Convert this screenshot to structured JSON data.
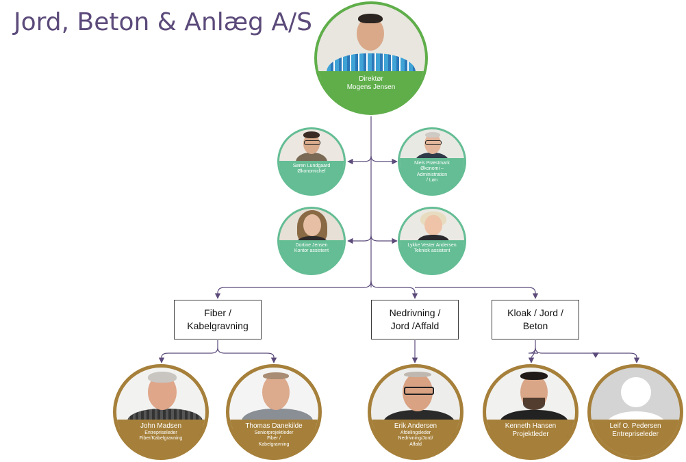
{
  "title": "Jord, Beton & Anlæg A/S",
  "colors": {
    "title": "#5b4a7a",
    "line": "#5b4a7a",
    "director": "#5fae4a",
    "staff": "#64bd94",
    "manager": "#a6803a"
  },
  "director": {
    "role": "Direktør",
    "name": "Mogens Jensen"
  },
  "staff": [
    {
      "name": "Søren Lundgaard",
      "lines": [
        "Økonomichef"
      ]
    },
    {
      "name": "Niels Præstmark",
      "lines": [
        "Økonomi –",
        "Administration",
        "/ Løn"
      ]
    },
    {
      "name": "Dortine Jensen",
      "lines": [
        "Kontor assistent"
      ]
    },
    {
      "name": "Lykke Vester Andersen",
      "lines": [
        "Teknisk assistent"
      ]
    }
  ],
  "departments": [
    {
      "lines": [
        "Fiber /",
        "Kabelgravning"
      ]
    },
    {
      "lines": [
        "Nedrivning /",
        "Jord /Affald"
      ]
    },
    {
      "lines": [
        "Kloak / Jord /",
        "Beton"
      ]
    }
  ],
  "managers": [
    {
      "name": "John Madsen",
      "lines": [
        "Entrepriseleder",
        "Fiber/Kabelgravning"
      ]
    },
    {
      "name": "Thomas Danekilde",
      "lines": [
        "Seniorprojektleder",
        "Fiber /",
        "Kabelgravning"
      ]
    },
    {
      "name": "Erik Andersen",
      "lines": [
        "Afdelingsleder",
        "Nedrivning/Jord/",
        "Affald"
      ]
    },
    {
      "name": "Kenneth Hansen",
      "lines": [
        "Projektleder"
      ]
    },
    {
      "name": "Leif O. Pedersen",
      "lines": [
        "Entrepriseleder"
      ]
    }
  ],
  "icons": {
    "placeholder": "generic-person-placeholder-icon"
  }
}
